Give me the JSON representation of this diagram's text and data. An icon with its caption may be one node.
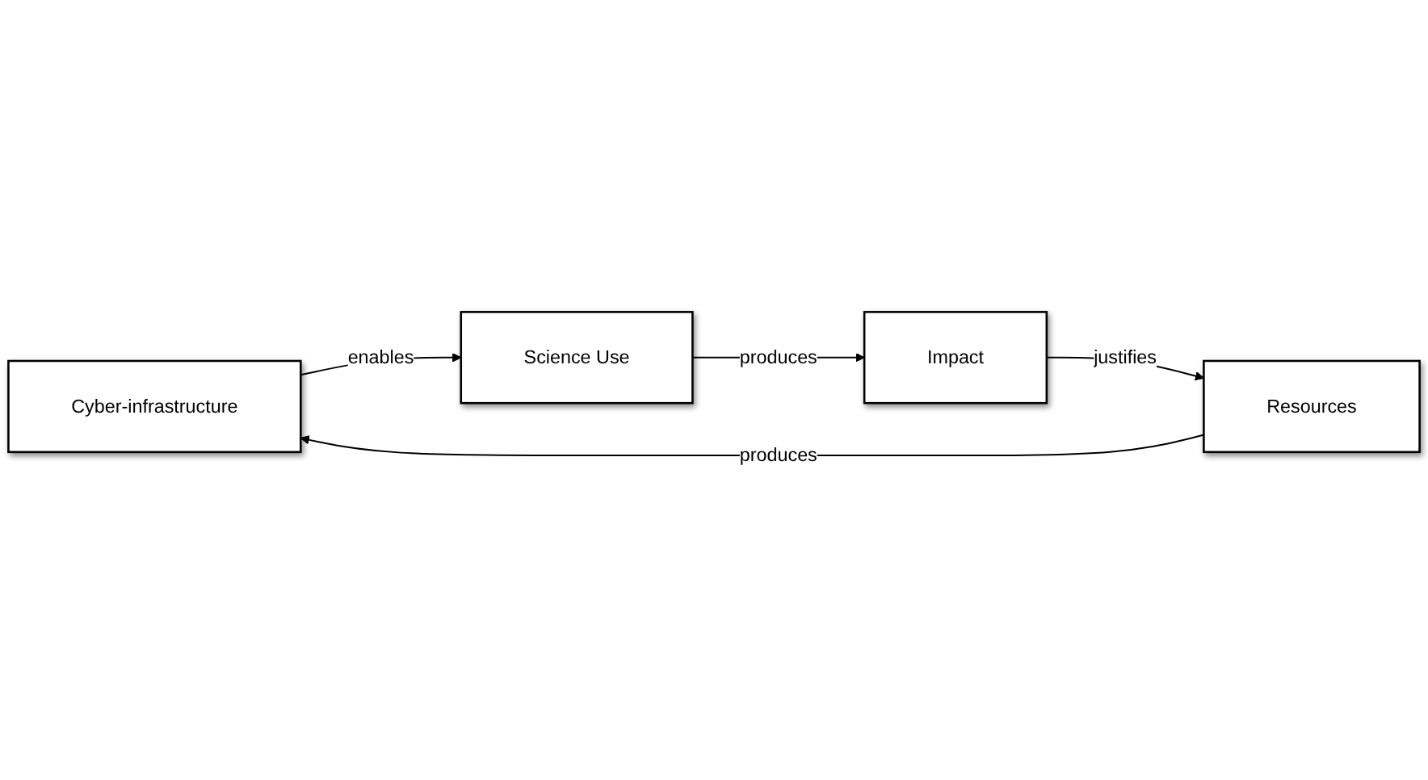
{
  "diagram": {
    "nodes": [
      {
        "text": [
          "Cyber-infrastructure"
        ]
      },
      {
        "text": [
          "Science Use"
        ]
      },
      {
        "text": [
          "Impact"
        ]
      },
      {
        "text": [
          "Resources"
        ]
      }
    ],
    "edges": [
      {
        "from": 0,
        "to": 1,
        "arrow": "to",
        "label": "enables"
      },
      {
        "from": 1,
        "to": 2,
        "arrow": "to",
        "label": "produces"
      },
      {
        "from": 2,
        "to": 3,
        "arrow": "to",
        "label": "justifies"
      },
      {
        "from": 3,
        "to": 0,
        "arrow": "to",
        "label": "produces"
      }
    ]
  }
}
